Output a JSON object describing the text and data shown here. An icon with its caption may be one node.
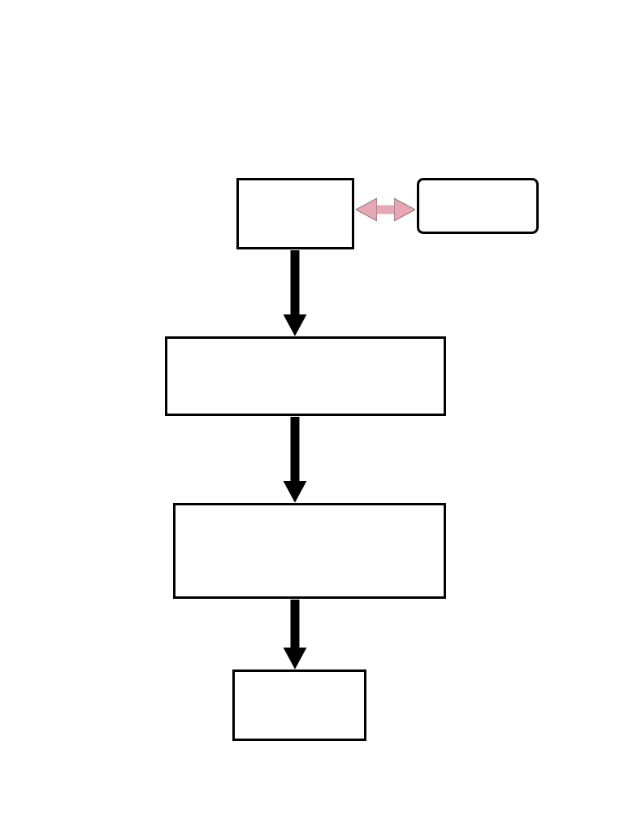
{
  "diagram": {
    "nodes": [
      {
        "text": [],
        "shape": "box"
      },
      {
        "text": [],
        "shape": "box"
      },
      {
        "text": [],
        "shape": "box"
      },
      {
        "text": [],
        "shape": "box"
      },
      {
        "text": [],
        "shape": "box"
      }
    ],
    "edges": [
      {
        "from": 0,
        "to": 1,
        "arrow": "both",
        "color": "#e8a7b4"
      },
      {
        "from": 0,
        "to": 2,
        "arrow": "to"
      },
      {
        "from": 2,
        "to": 3,
        "arrow": "to"
      },
      {
        "from": 3,
        "to": 4,
        "arrow": "to"
      }
    ]
  }
}
